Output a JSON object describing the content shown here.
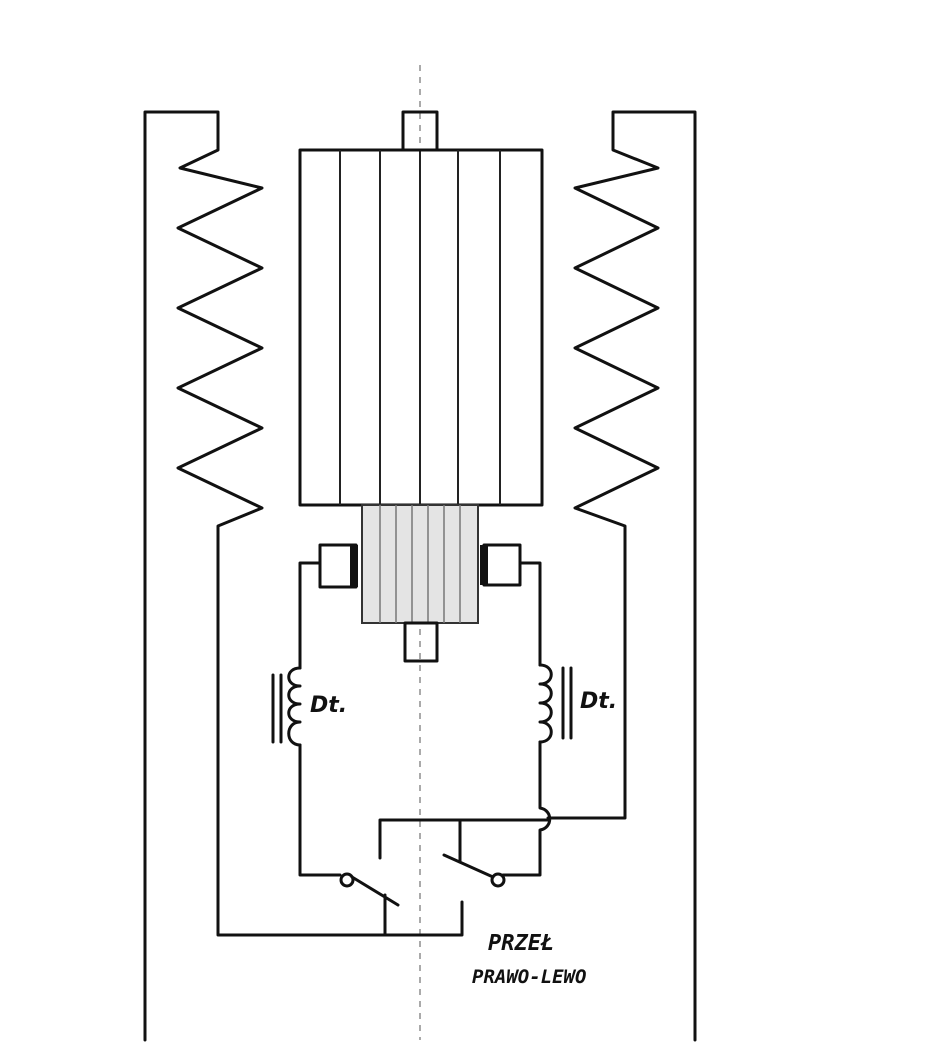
{
  "diagram": {
    "labels": {
      "choke_left": "Dt.",
      "choke_right": "Dt.",
      "switch_caption_line1": "PRZEŁ",
      "switch_caption_line2": "PRAWO-LEWO"
    },
    "colors": {
      "ink": "#111111",
      "background": "#ffffff",
      "hatch": "#777777"
    }
  }
}
